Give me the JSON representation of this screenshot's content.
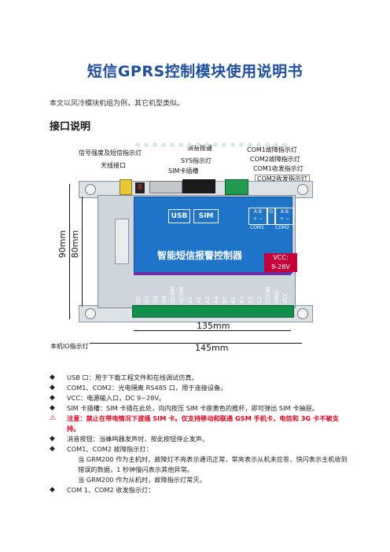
{
  "doc": {
    "title": "短信GPRS控制模块使用说明书",
    "intro": "本文以风冷模块机组为例，其它机型类似。",
    "section_title": "接口说明"
  },
  "diagram": {
    "callouts": {
      "signal_led": "信号强度及短信指示灯",
      "antenna": "天线接口",
      "mute_btn": "消音按键",
      "sys_led": "SYS指示灯",
      "sim_slot": "SIM卡插槽",
      "com1_fault": "COM1故障指示灯",
      "com2_fault": "COM2故障指示灯",
      "com1_rxtx": "COM1收发指示灯",
      "com2_rxtx": "COM2收发指示灯",
      "io_led": "本机IO指示灯"
    },
    "board": {
      "usb": "USB",
      "sim": "SIM",
      "controller": "智能短信报警控制器",
      "vcc": "VCC:",
      "vcc_range": "9-28V",
      "com1_pins": "A B",
      "com1_pm": "+ −",
      "g_pin": "G",
      "com2_pins": "A B",
      "com2_pm": "+ −",
      "com1_label": "COM1",
      "com2_label": "COM2",
      "seg_digit": "8",
      "terminals": [
        "Q1",
        "Q2",
        "Q3",
        "Q4",
        "QCOM",
        "ACOM",
        "A1",
        "A2",
        "A3",
        "A4",
        "B1",
        "B2",
        "B3",
        "C1",
        "C2",
        "CCOM",
        "GND",
        "VCC"
      ]
    },
    "dims": {
      "h_outer": "90mm",
      "h_inner": "80mm",
      "w_inner": "135mm",
      "w_outer": "145mm"
    }
  },
  "bullets": [
    {
      "mark": "◆",
      "text": "USB 口：用于下载工程文件和在线调试仿真。"
    },
    {
      "mark": "◆",
      "text": "COM1、COM2：光电隔离 RS485 口，用于连接设备。"
    },
    {
      "mark": "◆",
      "text": "VCC：电源输入口，DC 9~28V。"
    },
    {
      "mark": "◆",
      "text": "SIM 卡插槽：SIM 卡插在此处，向内按压 SIM 卡座黄色的推杆，即可弹出 SIM 卡抽屉。"
    },
    {
      "mark": "⚠",
      "text": "注意：禁止在带电情况下拔插 SIM 卡。仅支持移动和联通 GSM 手机卡，电信和 3G 卡不被支持。",
      "warn": true
    },
    {
      "mark": "◆",
      "text": "消音按钮：当蜂鸣器发声时，按此按钮停止发声。"
    },
    {
      "mark": "◆",
      "text": "COM1、COM2 故障指示灯："
    },
    {
      "sub": "当 GRM200 作为主机时，故障灯不亮表示通讯正常，常亮表示从机未应答，快闪表示主机收到错误的数据，1 秒钟慢闪表示其他异常。"
    },
    {
      "sub": "当 GRM200 作为从机时，故障指示灯常灭。"
    },
    {
      "mark": "◆",
      "text": "COM 1、COM2 收发指示灯："
    }
  ]
}
